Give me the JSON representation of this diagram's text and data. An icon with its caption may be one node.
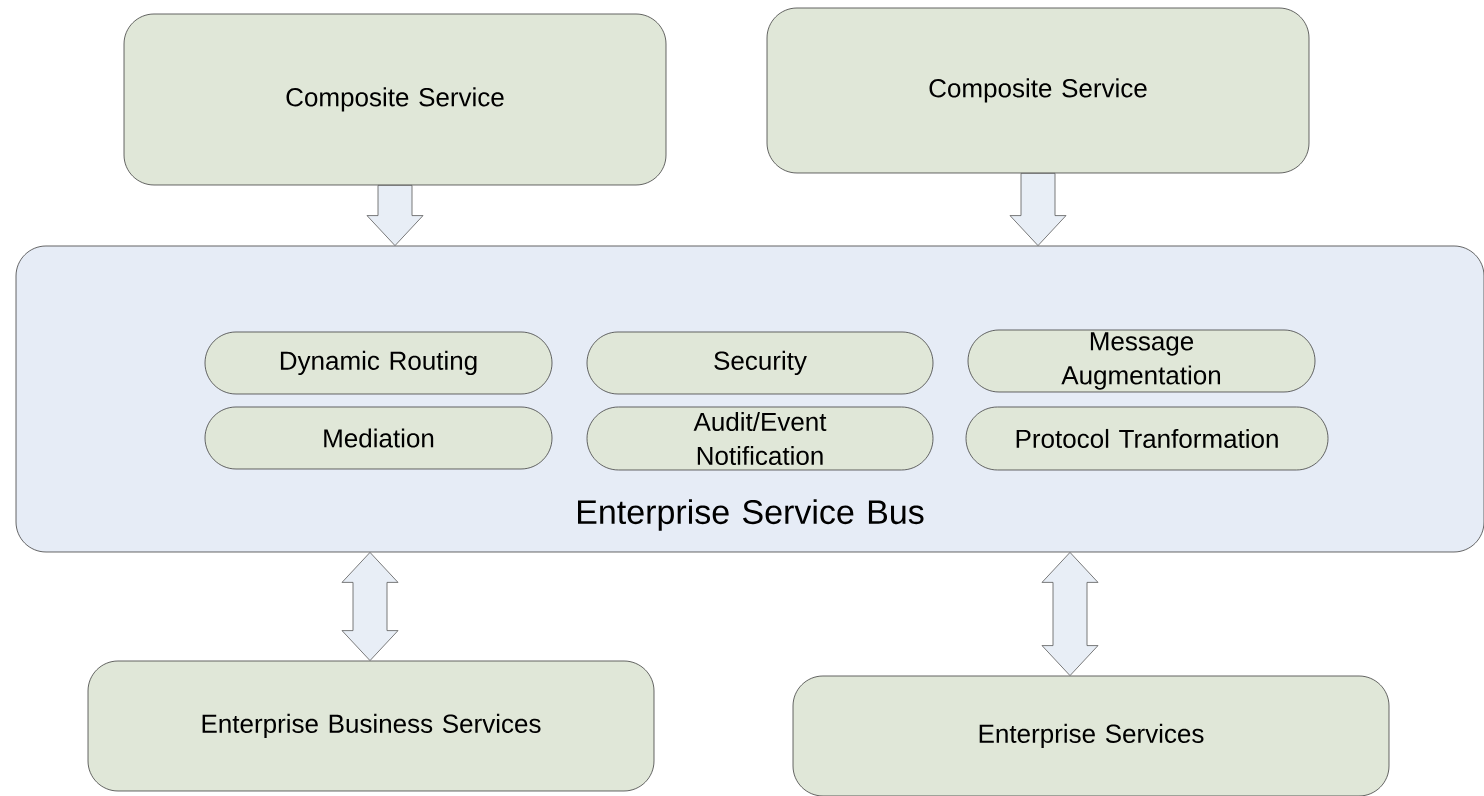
{
  "diagram": {
    "nodes": [
      {
        "text": [
          "Composite Service"
        ]
      },
      {
        "text": [
          "Composite Service"
        ]
      },
      {
        "text": [
          "Enterprise Service Bus"
        ]
      },
      {
        "text": [
          "Dynamic Routing"
        ],
        "in": 2
      },
      {
        "text": [
          "Security"
        ],
        "in": 2
      },
      {
        "text": [
          "Message Augmentation"
        ],
        "in": 2
      },
      {
        "text": [
          "Mediation"
        ],
        "in": 2
      },
      {
        "text": [
          "Audit/Event Notification"
        ],
        "in": 2
      },
      {
        "text": [
          "Protocol Tranformation"
        ],
        "in": 2
      },
      {
        "text": [
          "Enterprise Business Services"
        ]
      },
      {
        "text": [
          "Enterprise Services"
        ]
      }
    ],
    "edges": [
      {
        "from": 0,
        "to": 2,
        "arrow": "to"
      },
      {
        "from": 1,
        "to": 2,
        "arrow": "to"
      },
      {
        "from": 2,
        "to": 9,
        "arrow": "both"
      },
      {
        "from": 2,
        "to": 10,
        "arrow": "both"
      }
    ]
  }
}
